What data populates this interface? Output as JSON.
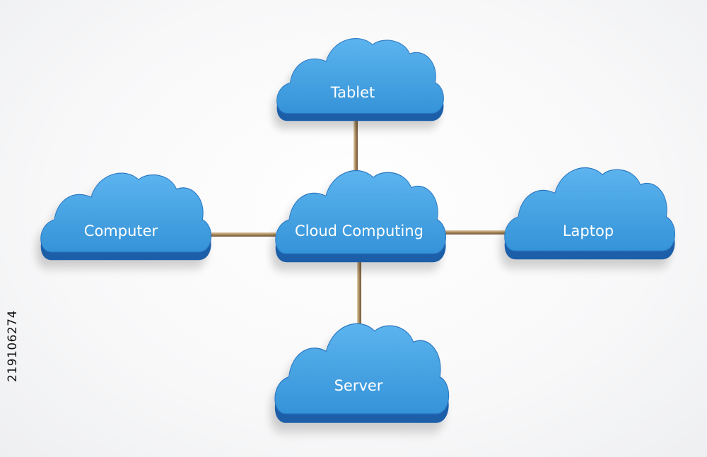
{
  "diagram": {
    "center": {
      "label": "Cloud Computing"
    },
    "nodes": {
      "tablet": {
        "label": "Tablet"
      },
      "computer": {
        "label": "Computer"
      },
      "laptop": {
        "label": "Laptop"
      },
      "server": {
        "label": "Server"
      }
    },
    "edges": [
      {
        "from": "Cloud Computing",
        "to": "Tablet"
      },
      {
        "from": "Cloud Computing",
        "to": "Computer"
      },
      {
        "from": "Cloud Computing",
        "to": "Laptop"
      },
      {
        "from": "Cloud Computing",
        "to": "Server"
      }
    ],
    "colors": {
      "cloud_fill": "#3d9fe0",
      "cloud_edge": "#1f5fa8",
      "connector": "#b89868"
    }
  },
  "stock_id": "219106274"
}
